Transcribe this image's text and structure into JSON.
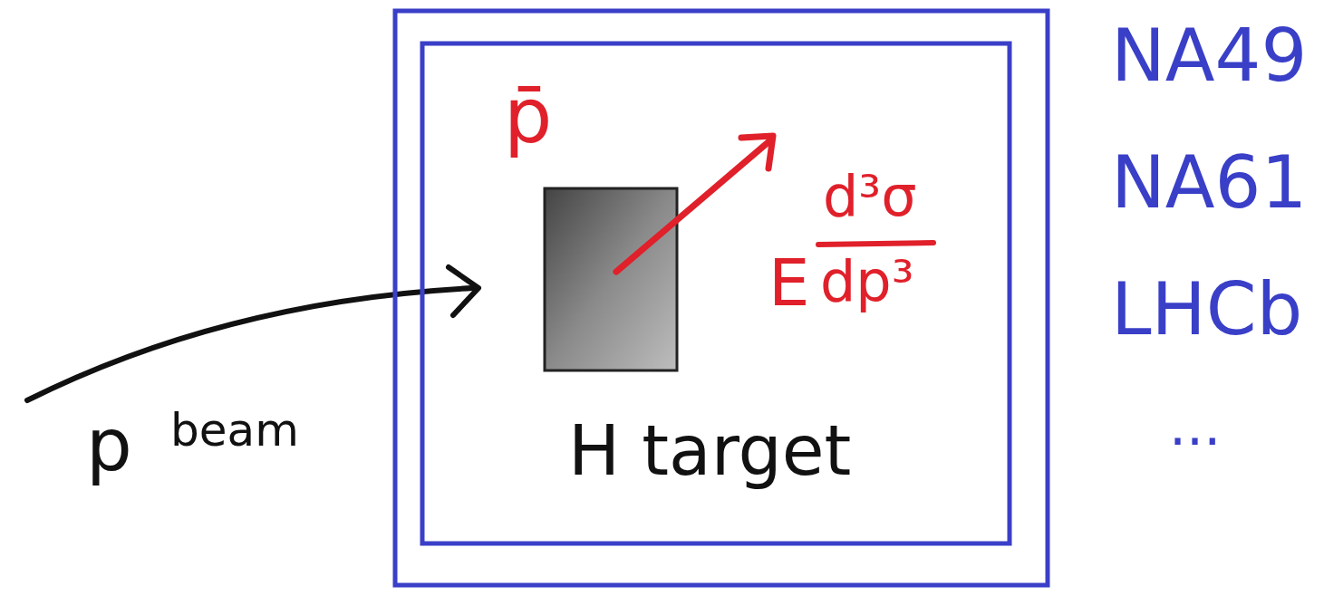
{
  "diagram": {
    "nodes": [
      {
        "text": [
          "H target"
        ]
      }
    ],
    "labels": [
      "p̄",
      "E",
      "d³σ",
      "dp³",
      "p",
      "beam",
      "NA49",
      "NA61",
      "LHCb",
      "..."
    ]
  }
}
